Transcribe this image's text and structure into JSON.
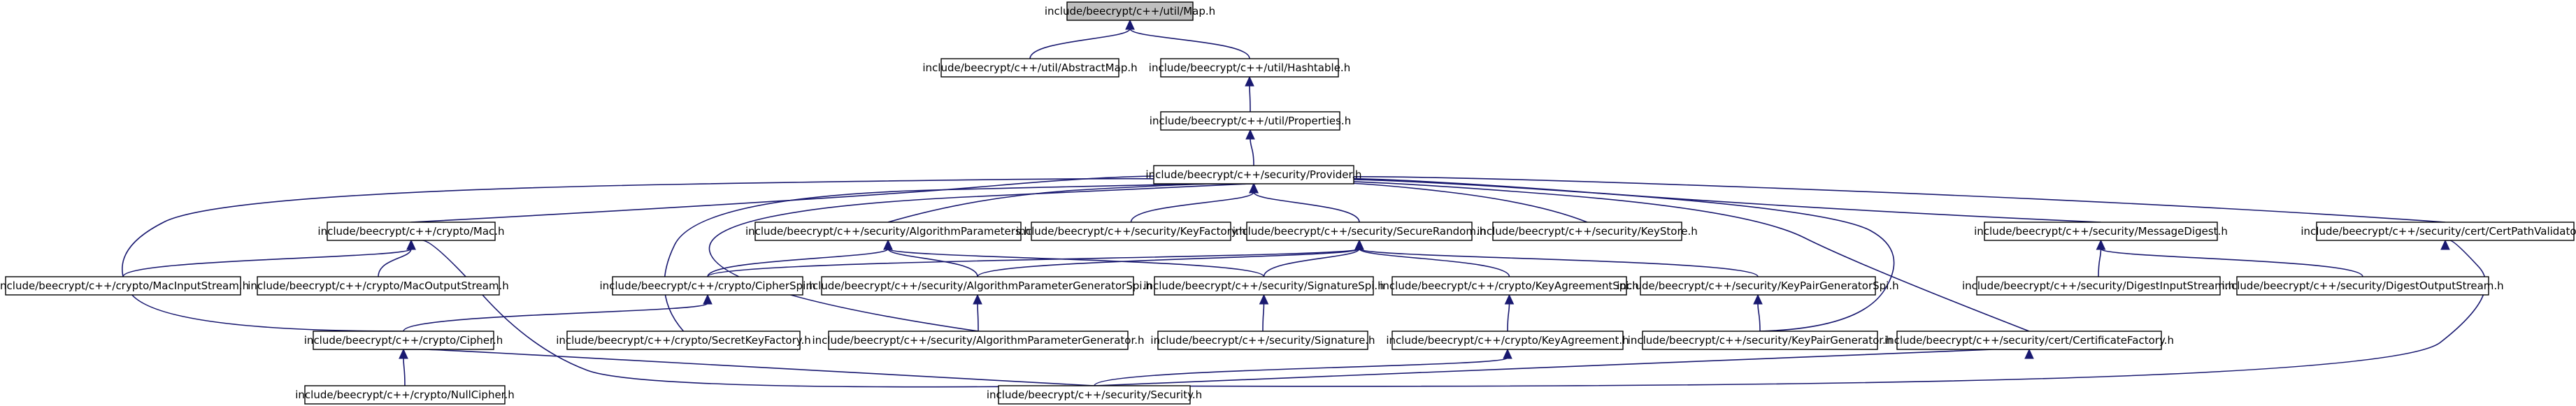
{
  "nodes": [
    {
      "id": "map",
      "label": "include/beecrypt/c++/util/Map.h",
      "root": true
    },
    {
      "id": "abstractmap",
      "label": "include/beecrypt/c++/util/AbstractMap.h"
    },
    {
      "id": "hashtable",
      "label": "include/beecrypt/c++/util/Hashtable.h"
    },
    {
      "id": "properties",
      "label": "include/beecrypt/c++/util/Properties.h"
    },
    {
      "id": "provider",
      "label": "include/beecrypt/c++/security/Provider.h"
    },
    {
      "id": "mac",
      "label": "include/beecrypt/c++/crypto/Mac.h"
    },
    {
      "id": "algparams",
      "label": "include/beecrypt/c++/security/AlgorithmParameters.h"
    },
    {
      "id": "keyfactory",
      "label": "include/beecrypt/c++/security/KeyFactory.h"
    },
    {
      "id": "securerandom",
      "label": "include/beecrypt/c++/security/SecureRandom.h"
    },
    {
      "id": "keystore",
      "label": "include/beecrypt/c++/security/KeyStore.h"
    },
    {
      "id": "messagedigest",
      "label": "include/beecrypt/c++/security/MessageDigest.h"
    },
    {
      "id": "certpathvalidator",
      "label": "include/beecrypt/c++/security/cert/CertPathValidator.h"
    },
    {
      "id": "macinputstream",
      "label": "include/beecrypt/c++/crypto/MacInputStream.h"
    },
    {
      "id": "macoutputstream",
      "label": "include/beecrypt/c++/crypto/MacOutputStream.h"
    },
    {
      "id": "cipherspi",
      "label": "include/beecrypt/c++/crypto/CipherSpi.h"
    },
    {
      "id": "algparamgenspi",
      "label": "include/beecrypt/c++/security/AlgorithmParameterGeneratorSpi.h"
    },
    {
      "id": "signaturespi",
      "label": "include/beecrypt/c++/security/SignatureSpi.h"
    },
    {
      "id": "keyagreementspi",
      "label": "include/beecrypt/c++/crypto/KeyAgreementSpi.h"
    },
    {
      "id": "keypairgenspi",
      "label": "include/beecrypt/c++/security/KeyPairGeneratorSpi.h"
    },
    {
      "id": "digestinputstream",
      "label": "include/beecrypt/c++/security/DigestInputStream.h"
    },
    {
      "id": "digestoutputstream",
      "label": "include/beecrypt/c++/security/DigestOutputStream.h"
    },
    {
      "id": "cipher",
      "label": "include/beecrypt/c++/crypto/Cipher.h"
    },
    {
      "id": "secretkeyfactory",
      "label": "include/beecrypt/c++/crypto/SecretKeyFactory.h"
    },
    {
      "id": "algparamgen",
      "label": "include/beecrypt/c++/security/AlgorithmParameterGenerator.h"
    },
    {
      "id": "signature",
      "label": "include/beecrypt/c++/security/Signature.h"
    },
    {
      "id": "keyagreement",
      "label": "include/beecrypt/c++/crypto/KeyAgreement.h"
    },
    {
      "id": "keypairgen",
      "label": "include/beecrypt/c++/security/KeyPairGenerator.h"
    },
    {
      "id": "certfactory",
      "label": "include/beecrypt/c++/security/cert/CertificateFactory.h"
    },
    {
      "id": "nullcipher",
      "label": "include/beecrypt/c++/crypto/NullCipher.h"
    },
    {
      "id": "security",
      "label": "include/beecrypt/c++/security/Security.h"
    }
  ],
  "edges": [
    {
      "from": "abstractmap",
      "to": "map"
    },
    {
      "from": "hashtable",
      "to": "map"
    },
    {
      "from": "properties",
      "to": "hashtable"
    },
    {
      "from": "provider",
      "to": "properties"
    },
    {
      "from": "mac",
      "to": "provider"
    },
    {
      "from": "algparams",
      "to": "provider"
    },
    {
      "from": "keyfactory",
      "to": "provider"
    },
    {
      "from": "securerandom",
      "to": "provider"
    },
    {
      "from": "keystore",
      "to": "provider"
    },
    {
      "from": "messagedigest",
      "to": "provider"
    },
    {
      "from": "certpathvalidator",
      "to": "provider"
    },
    {
      "from": "cipher",
      "to": "provider"
    },
    {
      "from": "secretkeyfactory",
      "to": "provider"
    },
    {
      "from": "algparamgen",
      "to": "provider"
    },
    {
      "from": "keypairgen",
      "to": "provider"
    },
    {
      "from": "certfactory",
      "to": "provider"
    },
    {
      "from": "macinputstream",
      "to": "mac"
    },
    {
      "from": "macoutputstream",
      "to": "mac"
    },
    {
      "from": "security",
      "to": "mac"
    },
    {
      "from": "cipherspi",
      "to": "algparams"
    },
    {
      "from": "algparamgenspi",
      "to": "algparams"
    },
    {
      "from": "signaturespi",
      "to": "algparams"
    },
    {
      "from": "cipherspi",
      "to": "securerandom"
    },
    {
      "from": "algparamgenspi",
      "to": "securerandom"
    },
    {
      "from": "signaturespi",
      "to": "securerandom"
    },
    {
      "from": "keyagreementspi",
      "to": "securerandom"
    },
    {
      "from": "keypairgenspi",
      "to": "securerandom"
    },
    {
      "from": "digestinputstream",
      "to": "messagedigest"
    },
    {
      "from": "digestoutputstream",
      "to": "messagedigest"
    },
    {
      "from": "security",
      "to": "certpathvalidator"
    },
    {
      "from": "cipher",
      "to": "cipherspi"
    },
    {
      "from": "algparamgen",
      "to": "algparamgenspi"
    },
    {
      "from": "signature",
      "to": "signaturespi"
    },
    {
      "from": "keyagreement",
      "to": "keyagreementspi"
    },
    {
      "from": "keypairgen",
      "to": "keypairgenspi"
    },
    {
      "from": "nullcipher",
      "to": "cipher"
    },
    {
      "from": "security",
      "to": "cipher"
    },
    {
      "from": "security",
      "to": "keyagreement"
    },
    {
      "from": "security",
      "to": "certfactory"
    }
  ]
}
